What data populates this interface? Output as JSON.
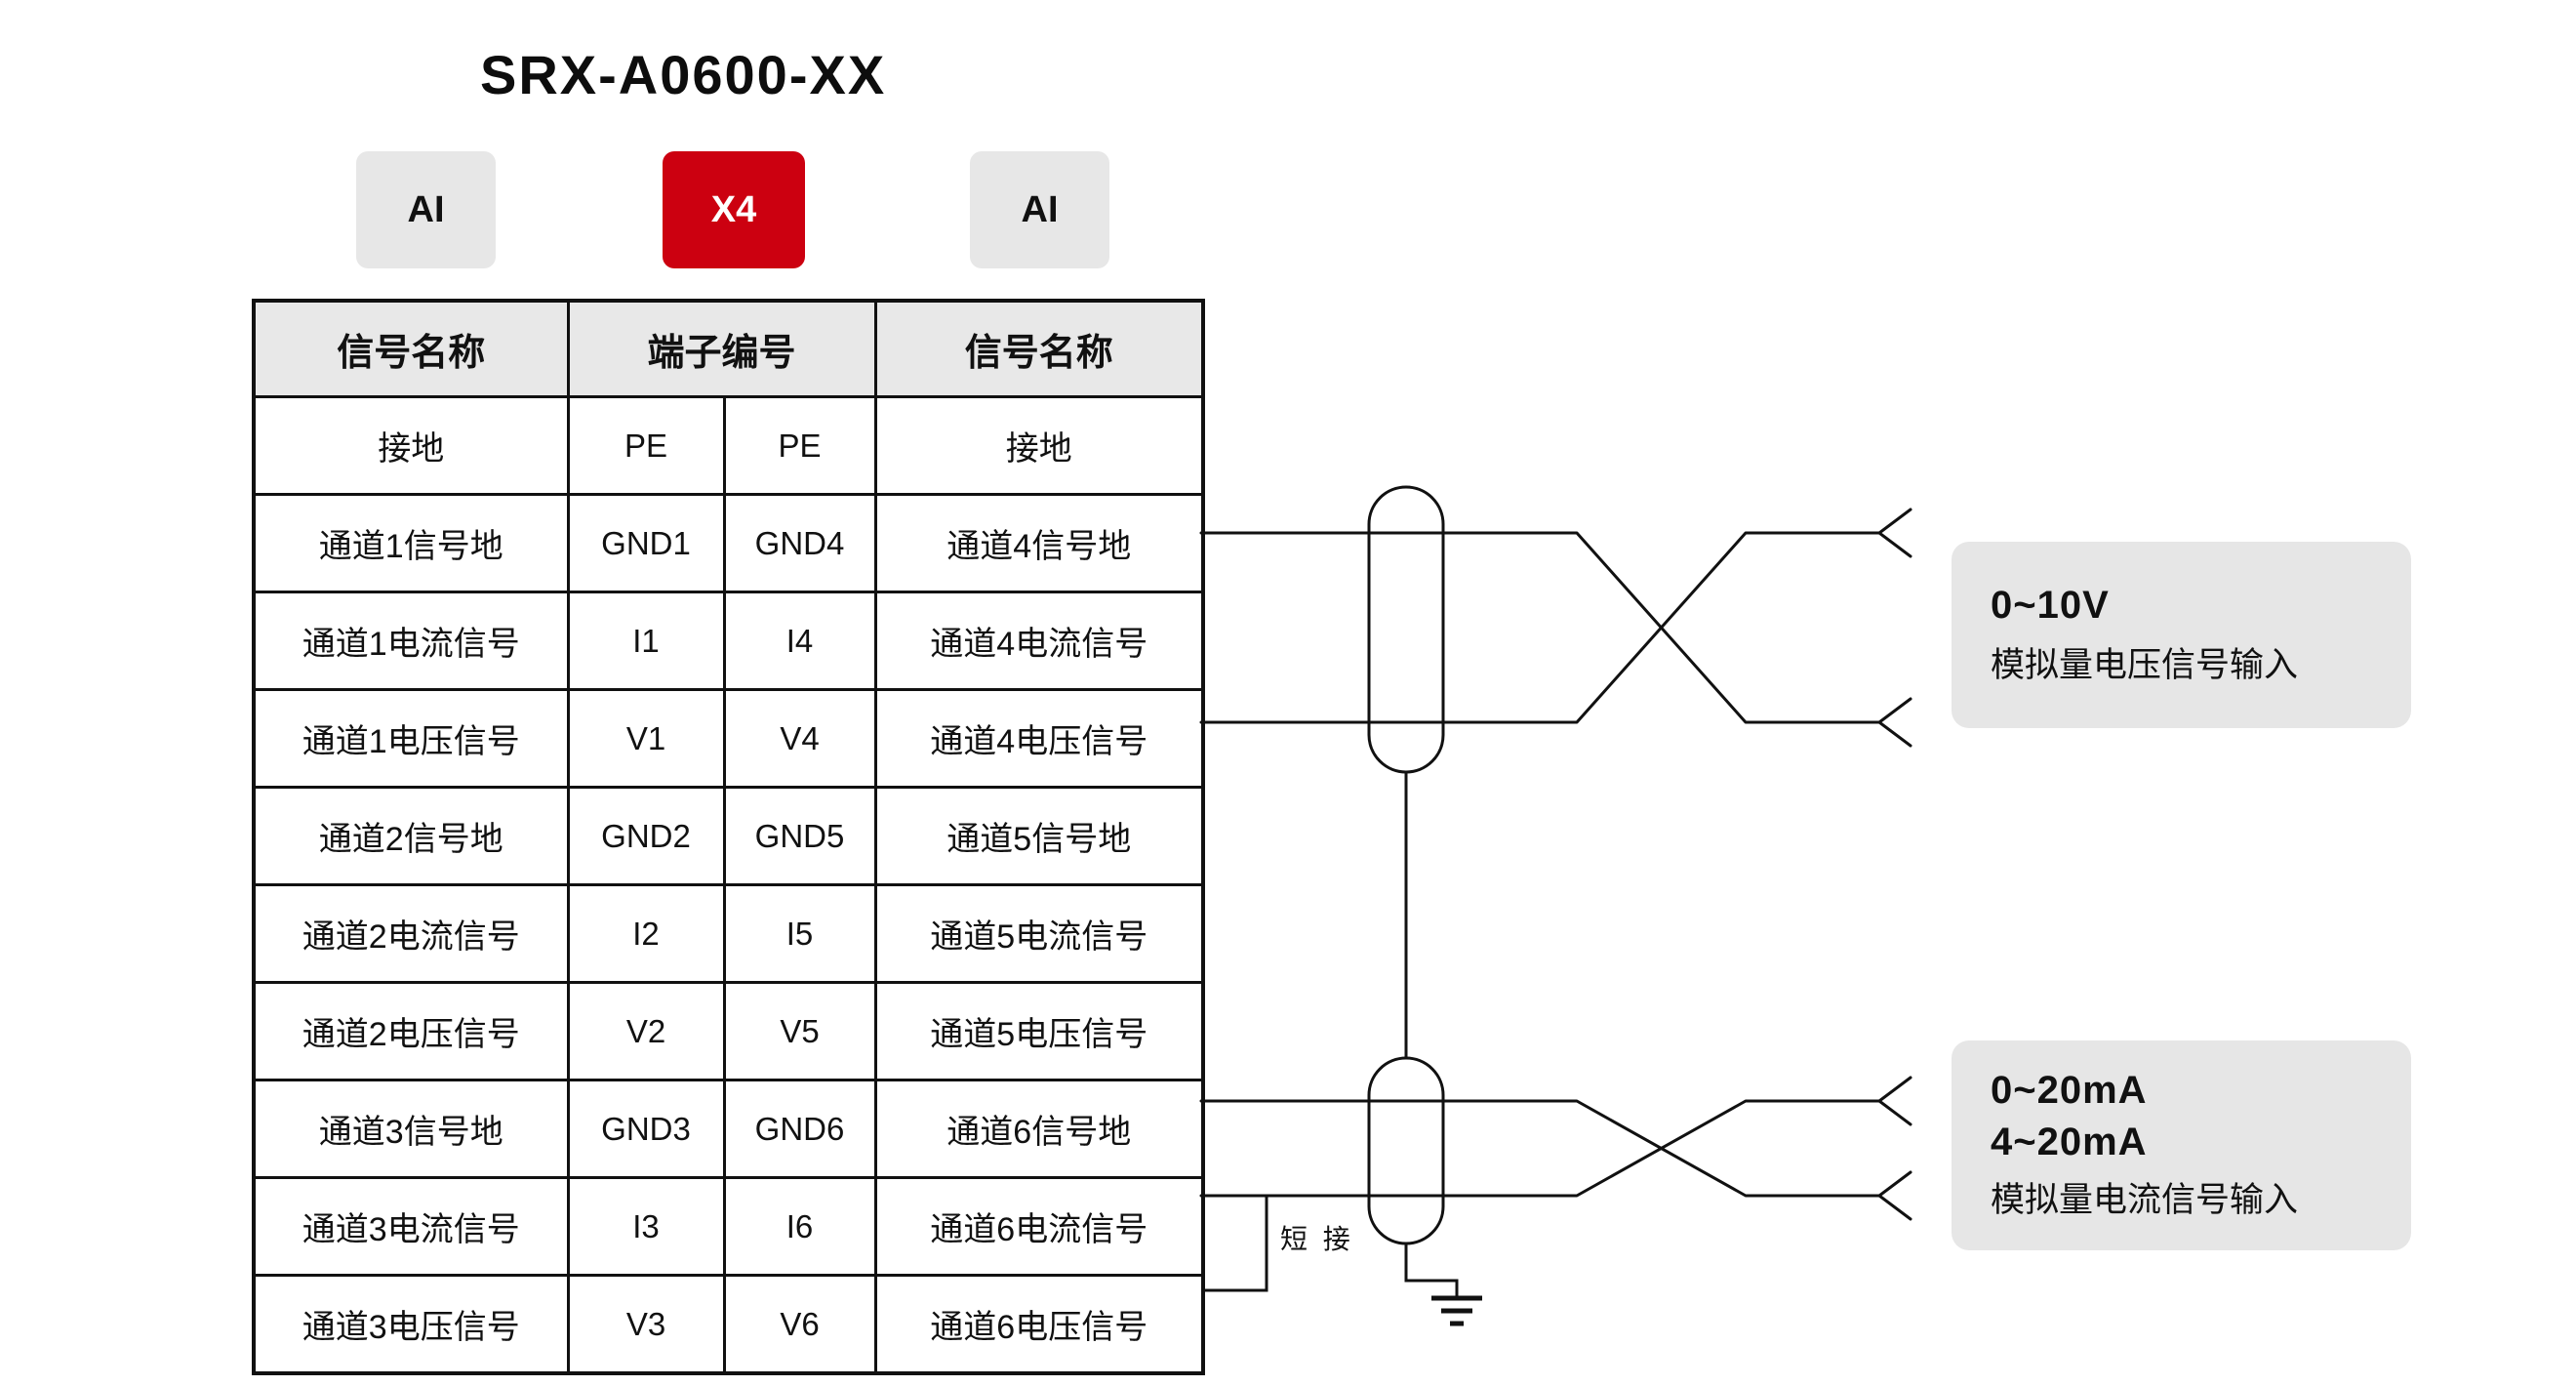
{
  "title": "SRX-A0600-XX",
  "badges": [
    {
      "label": "AI"
    },
    {
      "label": "X4"
    },
    {
      "label": "AI"
    }
  ],
  "table": {
    "headers": [
      "信号名称",
      "端子编号",
      "信号名称"
    ],
    "rows": [
      [
        "接地",
        "PE",
        "PE",
        "接地"
      ],
      [
        "通道1信号地",
        "GND1",
        "GND4",
        "通道4信号地"
      ],
      [
        "通道1电流信号",
        "I1",
        "I4",
        "通道4电流信号"
      ],
      [
        "通道1电压信号",
        "V1",
        "V4",
        "通道4电压信号"
      ],
      [
        "通道2信号地",
        "GND2",
        "GND5",
        "通道5信号地"
      ],
      [
        "通道2电流信号",
        "I2",
        "I5",
        "通道5电流信号"
      ],
      [
        "通道2电压信号",
        "V2",
        "V5",
        "通道5电压信号"
      ],
      [
        "通道3信号地",
        "GND3",
        "GND6",
        "通道6信号地"
      ],
      [
        "通道3电流信号",
        "I3",
        "I6",
        "通道6电流信号"
      ],
      [
        "通道3电压信号",
        "V3",
        "V6",
        "通道6电压信号"
      ]
    ]
  },
  "labels": {
    "jumper": "短 接",
    "voltage": {
      "line1": "0~10V",
      "line2": "模拟量电压信号输入"
    },
    "current": {
      "line1": "0~20mA",
      "line2": "4~20mA",
      "line3": "模拟量电流信号输入"
    }
  },
  "colors": {
    "badge_red": "#cc0010",
    "badge_gray": "#e7e7e7",
    "table_header_bg": "#e8e8e8",
    "note_box_bg": "#e6e6e6",
    "line_color": "#111111"
  }
}
